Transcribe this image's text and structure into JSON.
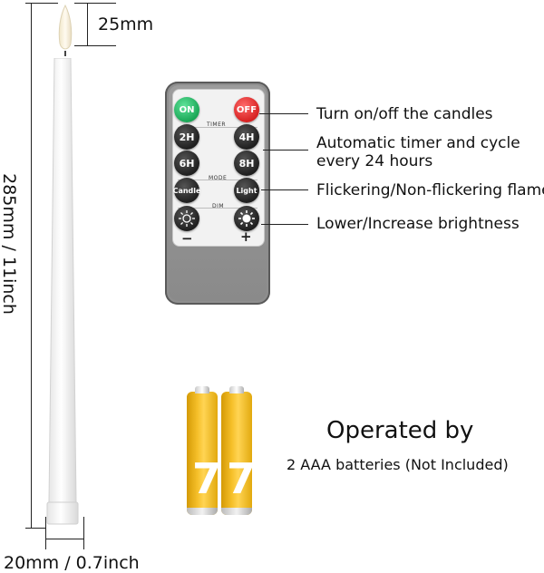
{
  "dimensions": {
    "flame_height": "25mm",
    "candle_height": "285mm / 11inch",
    "base_width": "20mm / 0.7inch"
  },
  "remote": {
    "on_label": "ON",
    "off_label": "OFF",
    "timer_label": "TIMER",
    "timer_buttons": [
      "2H",
      "4H",
      "6H",
      "8H"
    ],
    "mode_label": "MODE",
    "mode_buttons": [
      "Candle",
      "Light"
    ],
    "dim_label": "DIM",
    "minus_symbol": "−",
    "plus_symbol": "+"
  },
  "callouts": [
    "Turn on/off the candles",
    "Automatic timer and cycle every 24 hours",
    "Flickering/Non-flickering flame",
    "Lower/Increase brightness"
  ],
  "batteries": {
    "heading": "Operated by",
    "subtext": "2 AAA batteries (Not Included)",
    "battery_digit": "7"
  },
  "colors": {
    "on_button": "#16a352",
    "off_button": "#d41d1d",
    "battery": "#f6c02a"
  }
}
